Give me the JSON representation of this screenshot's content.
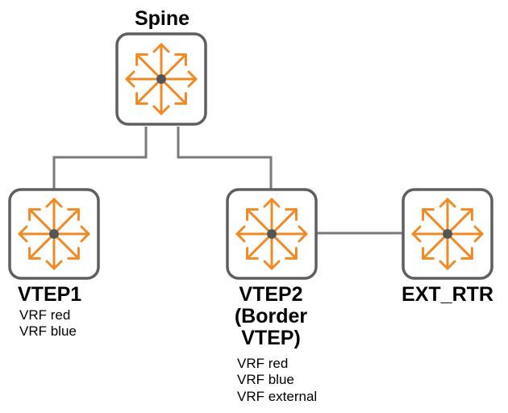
{
  "colors": {
    "box_border": "#5f5f5f",
    "link_line": "#7a7a7a",
    "router_arrow": "#f08a24",
    "router_center": "#555555",
    "text": "#000000"
  },
  "icon": "router-icon",
  "nodes": [
    {
      "id": "spine",
      "title_lines": [
        "Spine"
      ],
      "vrfs": []
    },
    {
      "id": "vtep1",
      "title_lines": [
        "VTEP1"
      ],
      "vrfs": [
        "VRF red",
        "VRF blue"
      ]
    },
    {
      "id": "vtep2",
      "title_lines": [
        "VTEP2",
        "(Border",
        "VTEP)"
      ],
      "vrfs": [
        "VRF red",
        "VRF blue",
        "VRF external"
      ]
    },
    {
      "id": "ext_rtr",
      "title_lines": [
        "EXT_RTR"
      ],
      "vrfs": []
    }
  ],
  "links": [
    {
      "from": "spine",
      "to": "vtep1"
    },
    {
      "from": "spine",
      "to": "vtep2"
    },
    {
      "from": "vtep2",
      "to": "ext_rtr"
    }
  ]
}
